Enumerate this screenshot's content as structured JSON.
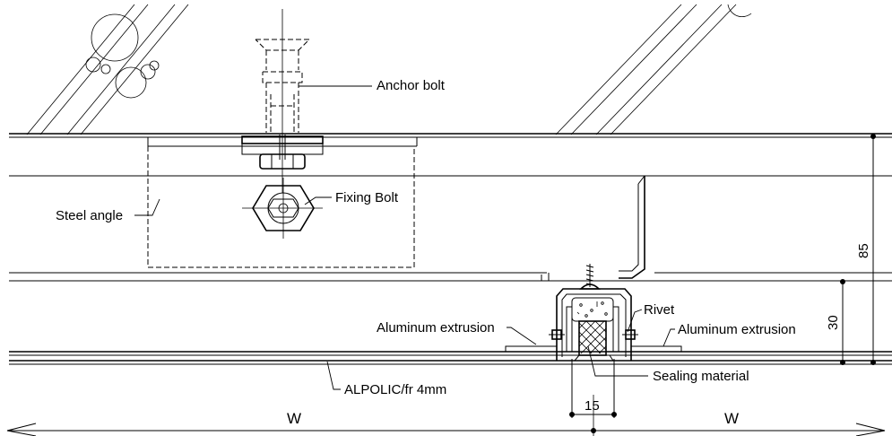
{
  "labels": {
    "anchor_bolt": "Anchor bolt",
    "fixing_bolt": "Fixing Bolt",
    "steel_angle": "Steel angle",
    "aluminum_extrusion_left": "Aluminum extrusion",
    "aluminum_extrusion_right": "Aluminum extrusion",
    "rivet": "Rivet",
    "sealing_material": "Sealing material",
    "alpolic": "ALPOLIC/fr 4mm"
  },
  "dimensions": {
    "height_total": "85",
    "height_sub": "30",
    "joint_width": "15",
    "panel_width_left": "W",
    "panel_width_right": "W"
  }
}
